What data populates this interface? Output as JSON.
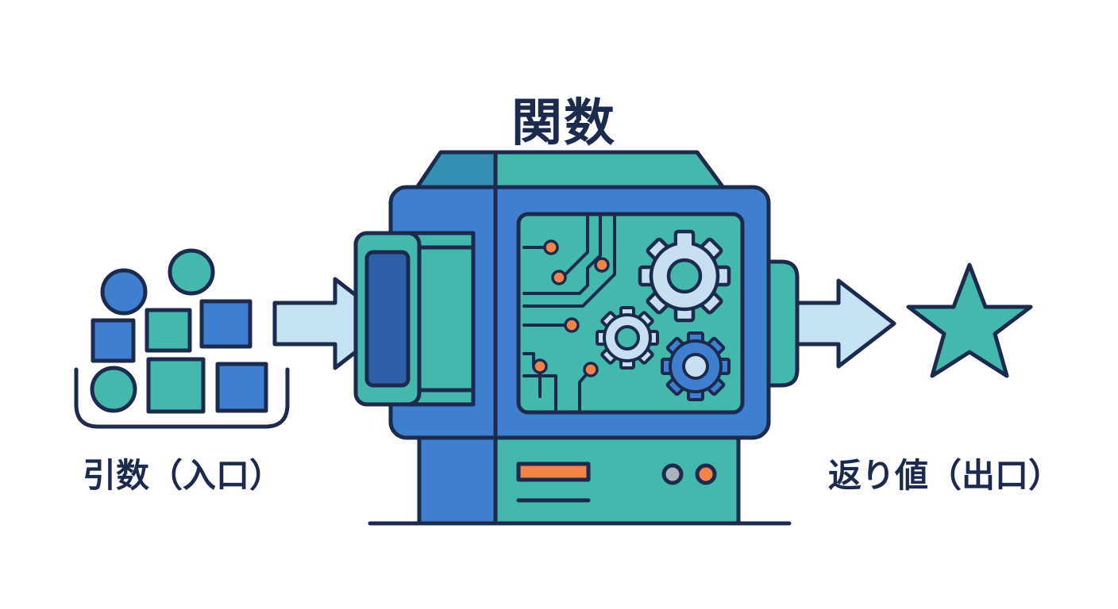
{
  "title": "関数",
  "input": {
    "label": "引数（入口）"
  },
  "output": {
    "label": "返り値（出口）"
  },
  "icons": {
    "input_items": "circles-and-squares-in-tray",
    "input_arrow": "arrow-right",
    "machine": "function-machine-with-circuits-and-gears",
    "output_arrow": "arrow-right",
    "output_item": "star"
  },
  "colors": {
    "outline": "#1c2a4d",
    "blue": "#3f7fd0",
    "dark_blue": "#2f5fa8",
    "teal": "#44b8ad",
    "light_blue": "#c6e3f3",
    "gear_light": "#c8dff1",
    "orange": "#f2844a",
    "gray": "#a9b4bf"
  }
}
